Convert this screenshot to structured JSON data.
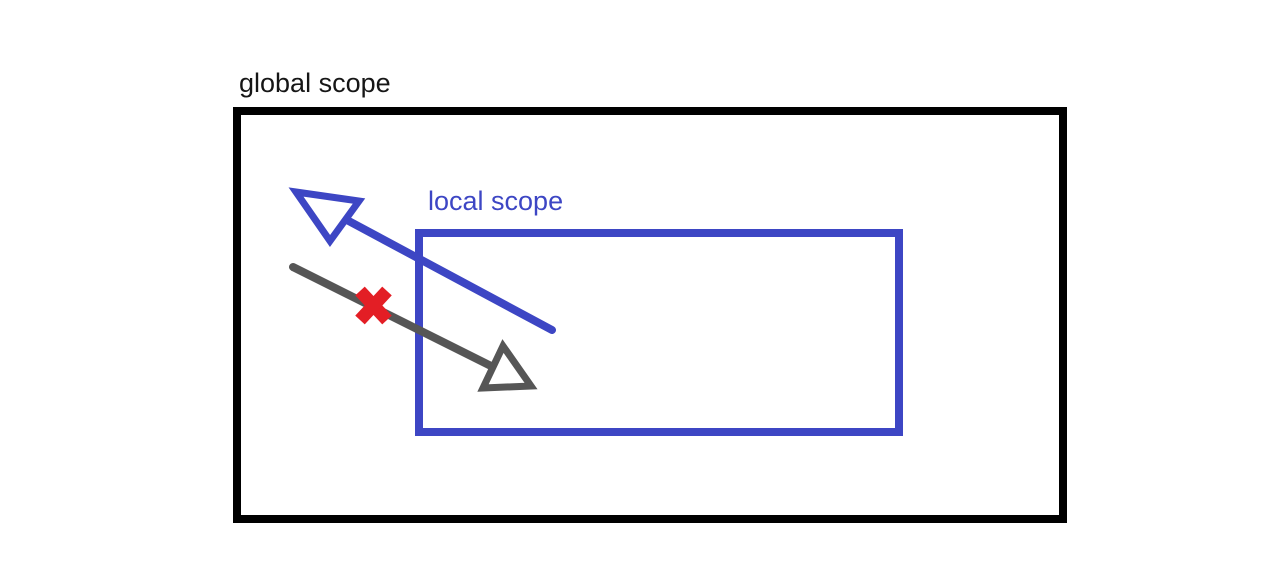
{
  "labels": {
    "global_scope": "global scope",
    "local_scope": "local scope"
  },
  "colors": {
    "background": "#ffffff",
    "global_box_stroke": "#000000",
    "global_label_text": "#161616",
    "local_box_stroke": "#3d46c4",
    "local_label_text": "#3d46c4",
    "local_arrow": "#3d46c4",
    "global_arrow": "#565656",
    "red_x": "#e31e25",
    "arrowhead_fill": "#ffffff"
  },
  "arrows": {
    "local_to_global": {
      "color": "#3d46c4",
      "head_style": "open-triangle",
      "crossed_out": false
    },
    "global_to_local": {
      "color": "#565656",
      "head_style": "open-triangle",
      "crossed_out": true,
      "cross_marker": "red-x-icon"
    }
  }
}
